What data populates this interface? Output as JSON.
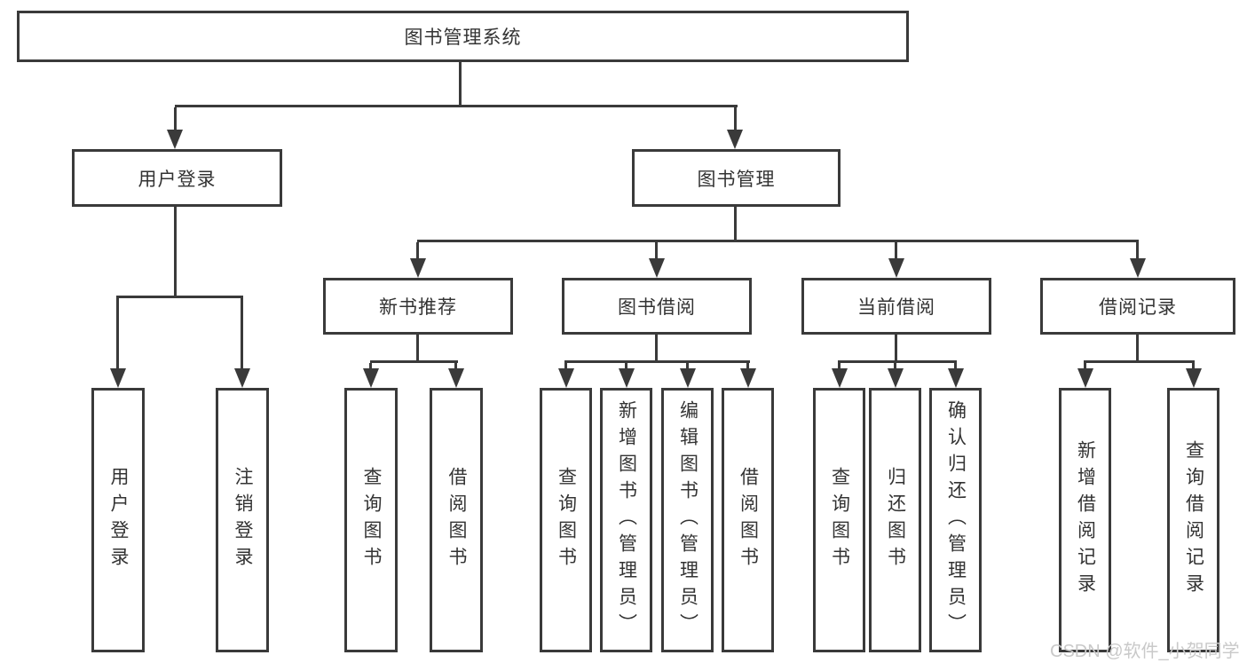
{
  "diagram": {
    "root": "图书管理系统",
    "level2": {
      "user_login": "用户登录",
      "book_mgmt": "图书管理"
    },
    "level3": {
      "new_books": "新书推荐",
      "borrowing": "图书借阅",
      "current": "当前借阅",
      "records": "借阅记录"
    },
    "leaves": {
      "user_login": [
        "用户登录",
        "注销登录"
      ],
      "new_books": [
        "查询图书",
        "借阅图书"
      ],
      "borrowing": [
        "查询图书",
        "新增图书（管理员）",
        "编辑图书（管理员）",
        "借阅图书"
      ],
      "current": [
        "查询图书",
        "归还图书",
        "确认归还（管理员）"
      ],
      "records": [
        "新增借阅记录",
        "查询借阅记录"
      ]
    },
    "colors": {
      "line": "#3a3a3a",
      "text": "#333333",
      "background": "#ffffff",
      "watermark": "#c9c9c9"
    }
  },
  "watermark": "CSDN @软件_小贺同学"
}
